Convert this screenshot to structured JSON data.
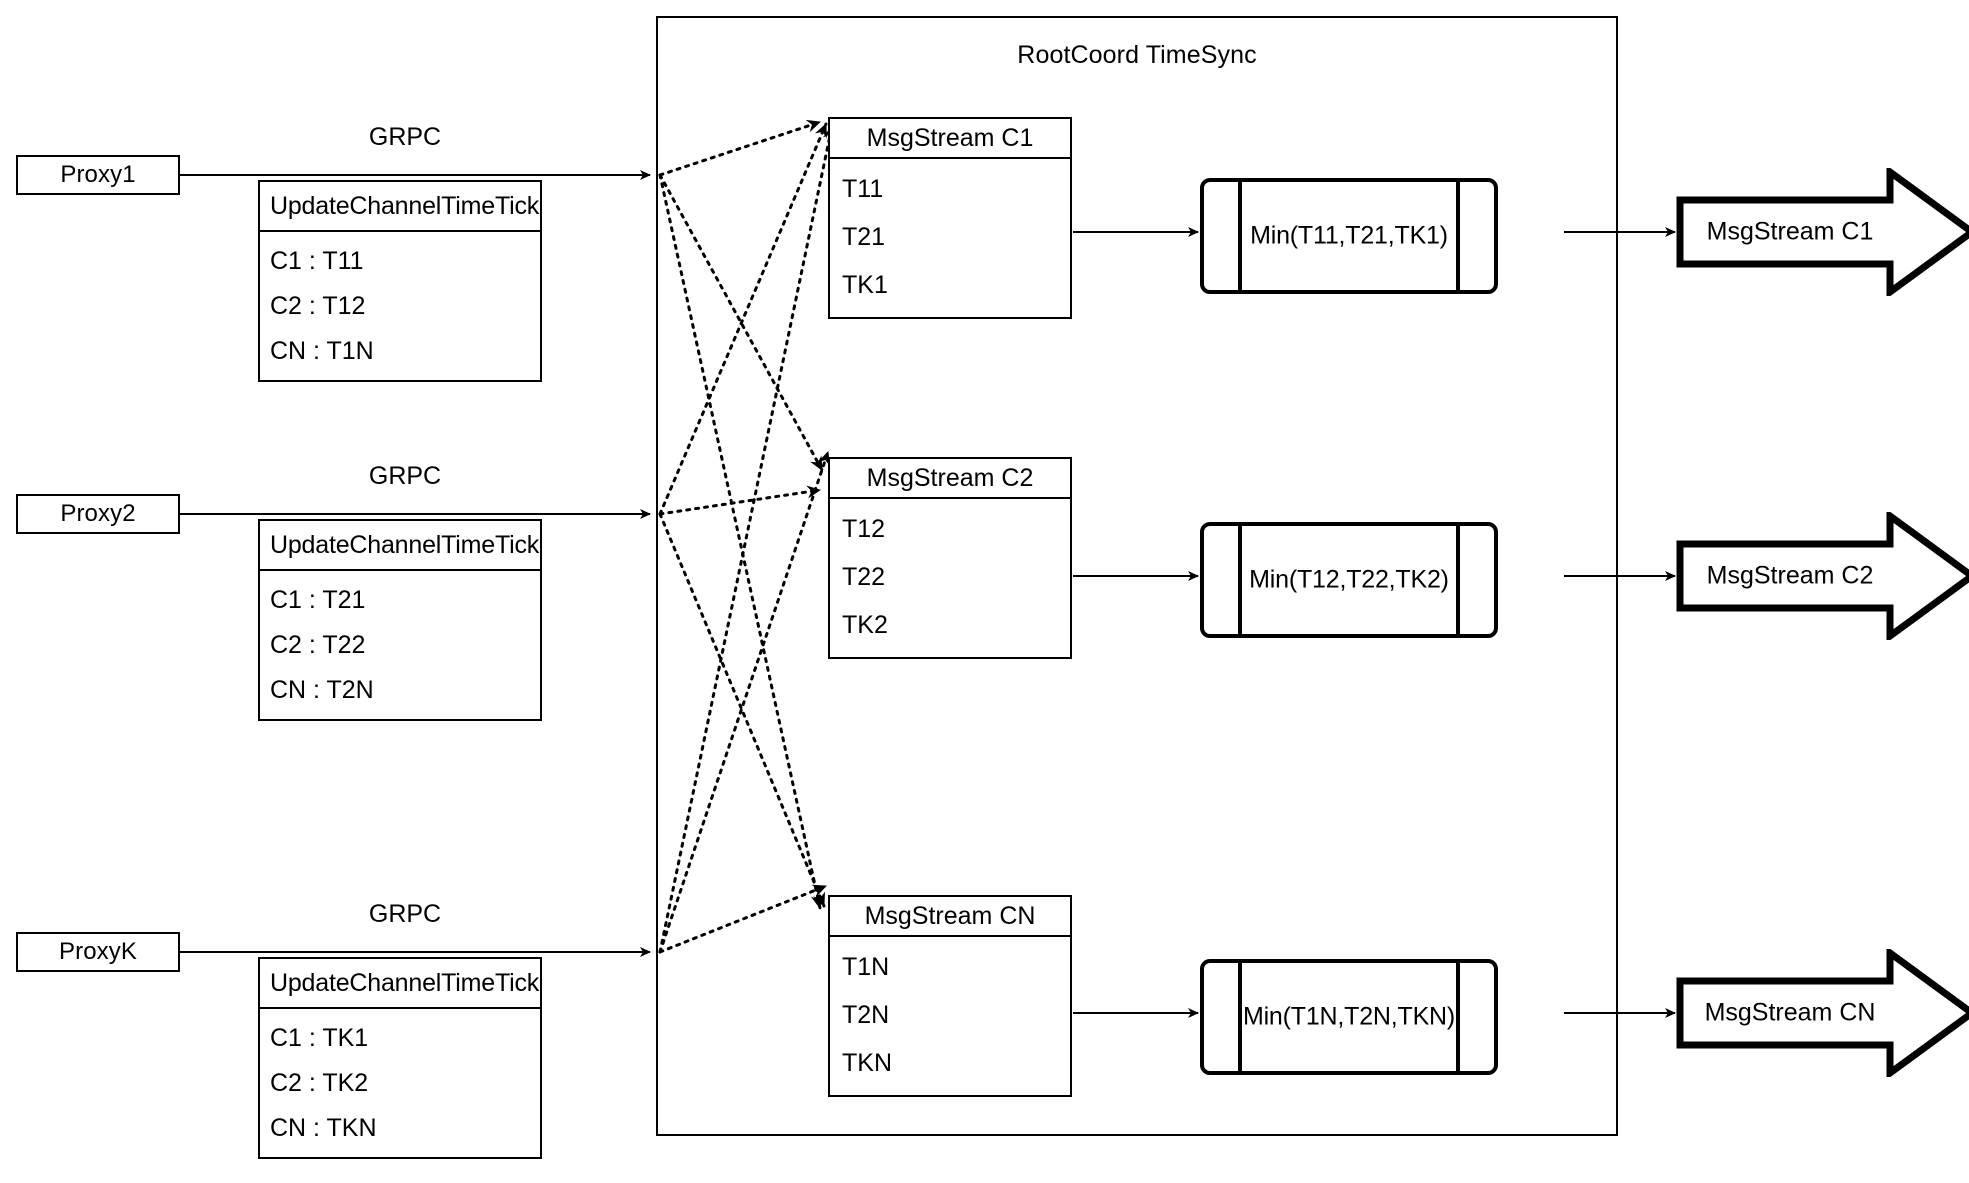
{
  "diagram": {
    "container_title": "RootCoord TimeSync",
    "grpc_label": "GRPC",
    "update_channel_time_tick_label": "UpdateChannelTimeTick"
  },
  "proxies": [
    {
      "name": "Proxy1",
      "grpc": "GRPC",
      "header": "UpdateChannelTimeTick",
      "rows": [
        "C1 :  T11",
        "C2 :  T12",
        "CN : T1N"
      ]
    },
    {
      "name": "Proxy2",
      "grpc": "GRPC",
      "header": "UpdateChannelTimeTick",
      "rows": [
        "C1 :  T21",
        "C2 :  T22",
        "CN : T2N"
      ]
    },
    {
      "name": "ProxyK",
      "grpc": "GRPC",
      "header": "UpdateChannelTimeTick",
      "rows": [
        "C1 :  TK1",
        "C2 :  TK2",
        "CN : TKN"
      ]
    }
  ],
  "channels": [
    {
      "msgstream_title": "MsgStream C1",
      "ticks": [
        "T11",
        "T21",
        "TK1"
      ],
      "min_label": "Min(T11,T21,TK1)",
      "output_label": "MsgStream C1"
    },
    {
      "msgstream_title": "MsgStream C2",
      "ticks": [
        "T12",
        "T22",
        "TK2"
      ],
      "min_label": "Min(T12,T22,TK2)",
      "output_label": "MsgStream C2"
    },
    {
      "msgstream_title": "MsgStream CN",
      "ticks": [
        "T1N",
        "T2N",
        "TKN"
      ],
      "min_label": "Min(T1N,T2N,TKN)",
      "output_label": "MsgStream CN"
    }
  ],
  "colors": {
    "stroke": "#000000",
    "background": "#ffffff"
  }
}
